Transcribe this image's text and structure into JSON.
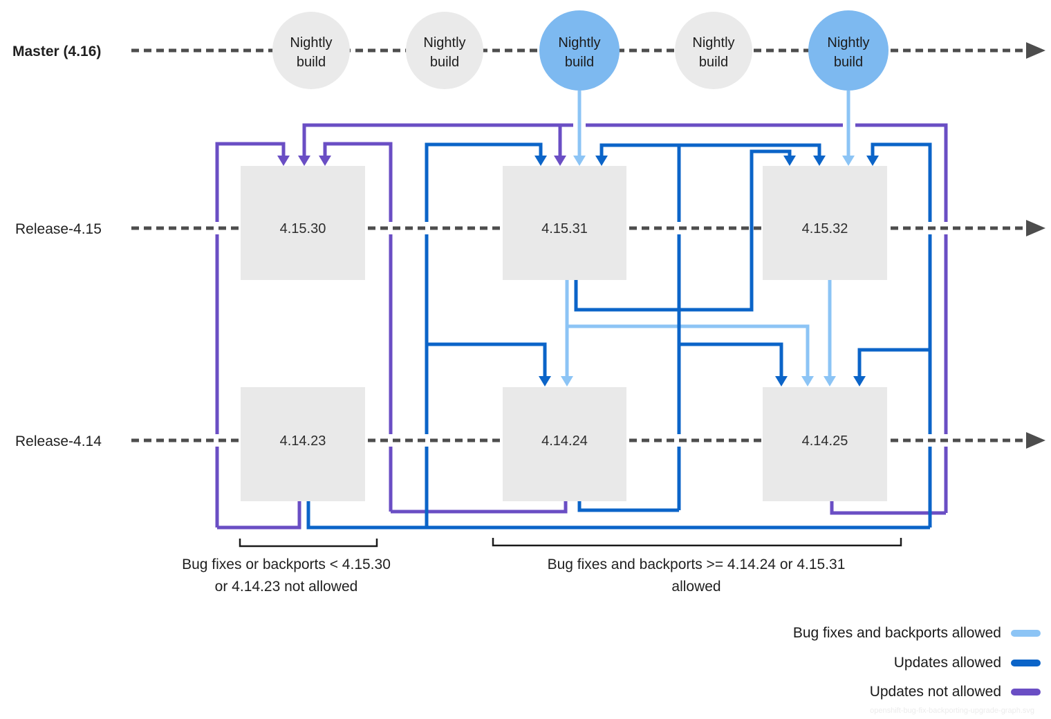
{
  "lanes": {
    "master": {
      "label": "Master (4.16)"
    },
    "release415": {
      "label": "Release-4.15"
    },
    "release414": {
      "label": "Release-4.14"
    }
  },
  "nightly_build": {
    "line1": "Nightly",
    "line2": "build"
  },
  "versions": {
    "v41530": "4.15.30",
    "v41531": "4.15.31",
    "v41532": "4.15.32",
    "v41423": "4.14.23",
    "v41424": "4.14.24",
    "v41425": "4.14.25"
  },
  "annotations": {
    "left": {
      "line1": "Bug fixes or backports < 4.15.30",
      "line2": "or 4.14.23 not allowed"
    },
    "right": {
      "line1": "Bug fixes and backports >= 4.14.24 or 4.15.31",
      "line2": "allowed"
    }
  },
  "legend": {
    "items": [
      {
        "label": "Bug fixes and backports allowed",
        "color": "#8cc4f5"
      },
      {
        "label": "Updates allowed",
        "color": "#0b64c8"
      },
      {
        "label": "Updates not allowed",
        "color": "#6a4ec4"
      }
    ]
  },
  "watermark": "openshift-bug-fix-backporting-upgrade-graph.svg",
  "colors": {
    "backports_allowed": "#8cc4f5",
    "updates_allowed": "#0b64c8",
    "updates_not_allowed": "#6a4ec4",
    "nightly_highlight": "#7db9f0",
    "node_fill": "#e9e9e9",
    "rail": "#4d4d4d"
  }
}
